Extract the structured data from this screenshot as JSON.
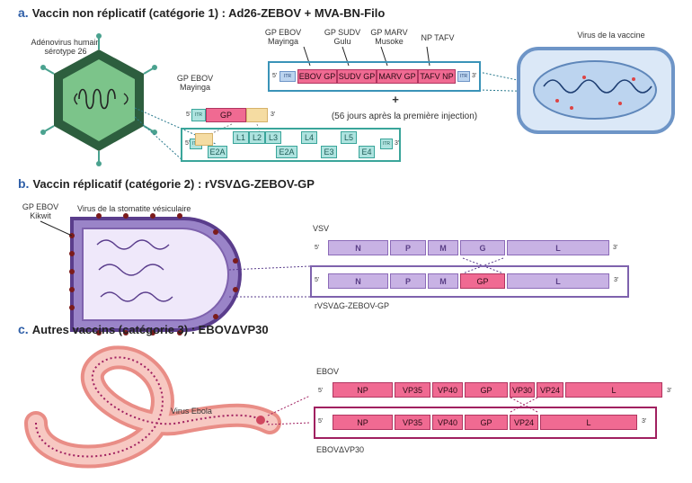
{
  "section_a": {
    "letter": "a.",
    "title": "Vaccin non réplicatif (catégorie 1) : Ad26-ZEBOV + MVA-BN-Filo",
    "adenovirus_label": [
      "Adénovirus humain",
      "sérotype 26"
    ],
    "gp_ebov_label": [
      "GP EBOV",
      "Mayinga"
    ],
    "gp_segment": "GP",
    "adeno_genes": [
      "L1",
      "L2",
      "L3",
      "L4",
      "L5",
      "E2A",
      "E2A",
      "E3",
      "E4"
    ],
    "itr": "ITR",
    "mva_labels": [
      [
        "GP EBOV",
        "Mayinga"
      ],
      [
        "GP SUDV",
        "Gulu"
      ],
      [
        "GP MARV",
        "Musoke"
      ],
      [
        "NP TAFV"
      ]
    ],
    "mva_segments": [
      "EBOV GP",
      "SUDV GP",
      "MARV GP",
      "TAFV NP"
    ],
    "plus": "+",
    "interval_note": "(56 jours après la première injection)",
    "vaccine_virus_label": "Virus de la vaccine"
  },
  "section_b": {
    "letter": "b.",
    "title": "Vaccin réplicatif (catégorie 2) : rVSVΔG-ZEBOV-GP",
    "gp_label": [
      "GP EBOV",
      "Kikwit"
    ],
    "vsv_virus_label": "Virus de la stomatite vésiculaire",
    "vsv_label": "VSV",
    "vsv_genes": [
      "N",
      "P",
      "M",
      "G",
      "L"
    ],
    "recomb_genes": [
      "N",
      "P",
      "M",
      "GP",
      "L"
    ],
    "recomb_label": "rVSVΔG-ZEBOV-GP"
  },
  "section_c": {
    "letter": "c.",
    "title": "Autres vaccins (catégorie 3) : EBOVΔVP30",
    "ebola_label": "Virus Ebola",
    "ebov_label": "EBOV",
    "ebov_genes": [
      "NP",
      "VP35",
      "VP40",
      "GP",
      "VP30",
      "VP24",
      "L"
    ],
    "delta_genes": [
      "NP",
      "VP35",
      "VP40",
      "GP",
      "VP24",
      "L"
    ],
    "delta_label": "EBOVΔVP30"
  },
  "terminals": {
    "five": "5'",
    "three": "3'"
  },
  "colors": {
    "accent_blue": "#2f5fa8",
    "gene_pink": "#f06a92",
    "gene_purple": "#c8b2e4",
    "gene_teal": "#aee3df",
    "hex_green": "#2d5e3e"
  }
}
